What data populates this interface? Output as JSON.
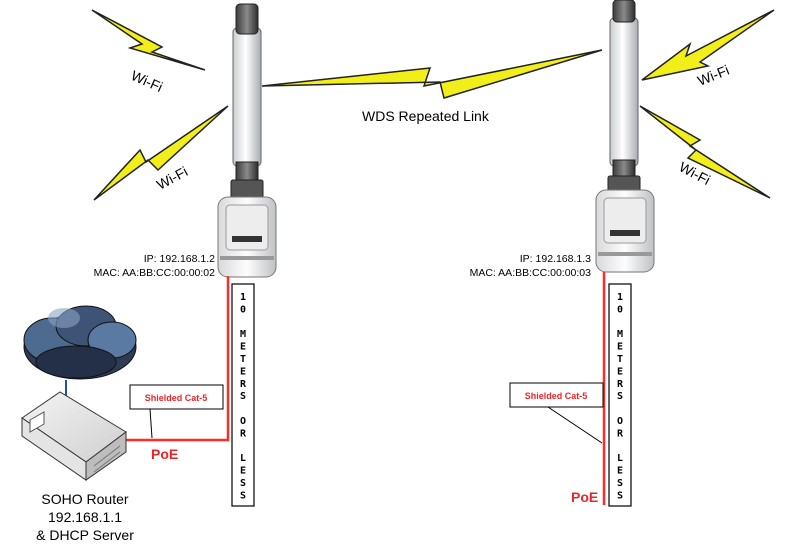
{
  "labels": {
    "wifi": "Wi-Fi",
    "wds_link": "WDS Repeated Link",
    "poe": "PoE",
    "shielded": "Shielded Cat-5",
    "ap_left": {
      "ip": "IP: 192.168.1.2",
      "mac": "MAC: AA:BB:CC:00:00:02"
    },
    "ap_right": {
      "ip": "IP: 192.168.1.3",
      "mac": "MAC: AA:BB:CC:00:00:03"
    },
    "cable_length_chars": [
      "1",
      "0",
      "",
      "M",
      "E",
      "T",
      "E",
      "R",
      "S",
      "",
      "O",
      "R",
      "",
      "L",
      "E",
      "S",
      "S"
    ],
    "router": {
      "line1": "SOHO Router",
      "line2": "192.168.1.1",
      "line3": "& DHCP Server"
    }
  },
  "colors": {
    "lightning_fill": "#f2ee1a",
    "lightning_stroke": "#222222",
    "cable": "#ff2a2a",
    "poe_text": "#e8262a",
    "cloud_dark": "#2e3b52",
    "cloud_mid": "#4d6a8f"
  },
  "icons": {
    "antenna": "omni-antenna-icon",
    "ap": "outdoor-access-point-icon",
    "router": "router-icon",
    "cloud": "internet-cloud-icon",
    "wifi": "lightning-bolt-icon"
  }
}
